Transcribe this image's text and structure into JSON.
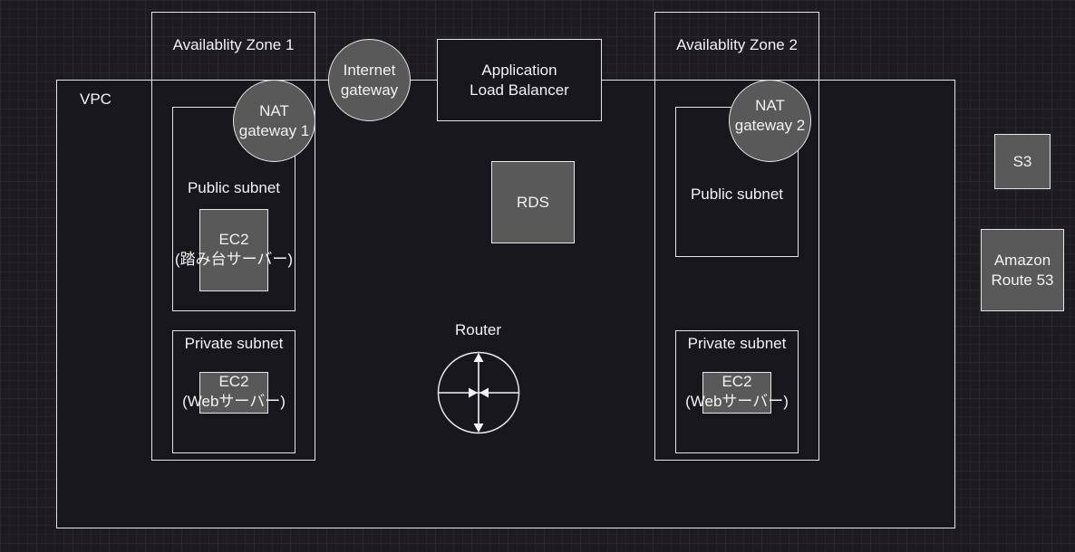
{
  "diagram": {
    "vpc_label": "VPC",
    "az1_label": "Availablity Zone 1",
    "az2_label": "Availablity Zone 2",
    "internet_gateway": "Internet\ngateway",
    "alb": "Application\nLoad Balancer",
    "nat1": "NAT\ngateway 1",
    "nat2": "NAT\ngateway 2",
    "public_subnet_1": "Public subnet",
    "public_subnet_2": "Public subnet",
    "private_subnet_1": "Private subnet",
    "private_subnet_2": "Private subnet",
    "ec2_bastion": "EC2\n(踏み台サーバー)",
    "ec2_web_1": "EC2\n(Webサーバー)",
    "ec2_web_2": "EC2\n(Webサーバー)",
    "rds": "RDS",
    "router": "Router",
    "s3": "S3",
    "route53": "Amazon\nRoute 53"
  },
  "colors": {
    "background": "#1d1b20",
    "container_fill": "#18171d",
    "node_fill": "#595959",
    "stroke": "#e6e6e6"
  }
}
